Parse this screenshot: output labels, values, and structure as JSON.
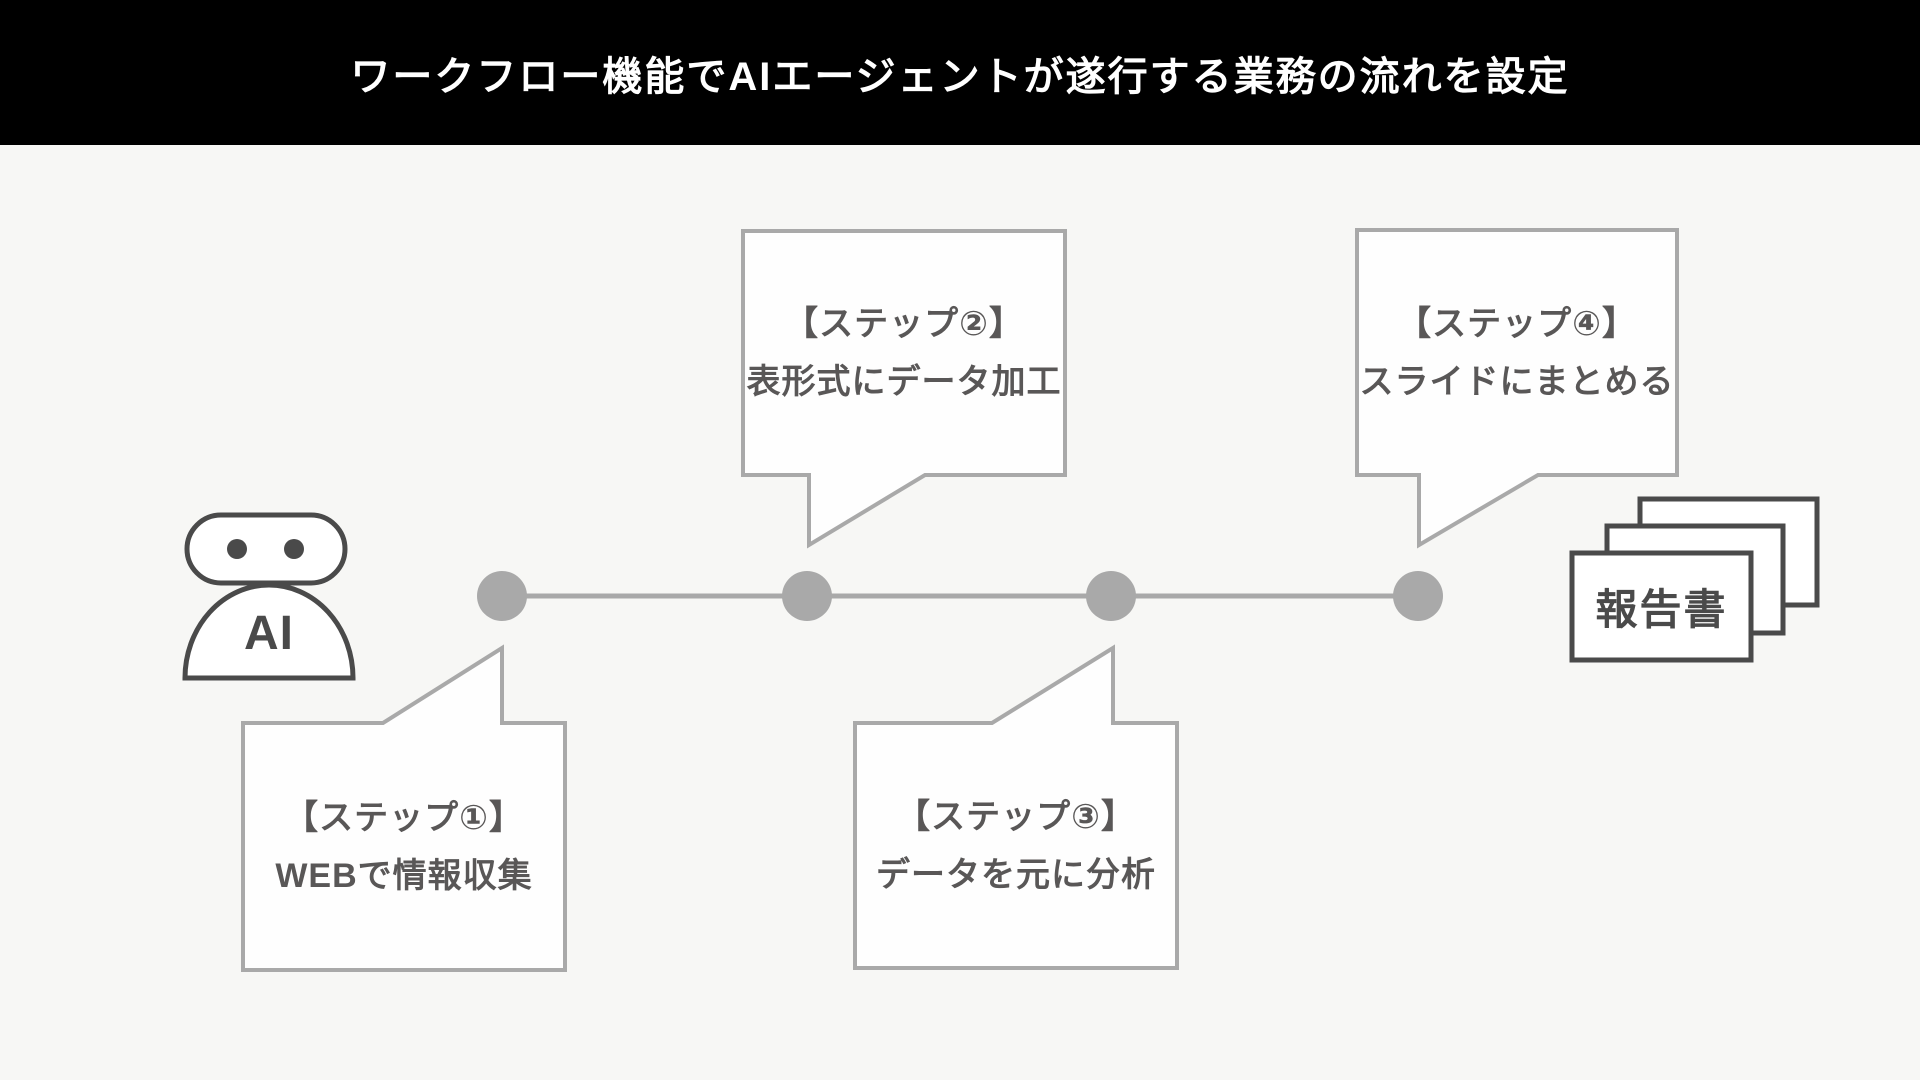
{
  "header": {
    "title": "ワークフロー機能でAIエージェントが遂行する業務の流れを設定",
    "bg_color": "#000000",
    "text_color": "#ffffff"
  },
  "robot": {
    "label": "AI"
  },
  "workflow": {
    "steps": [
      {
        "id": 1,
        "title": "【ステップ①】",
        "desc": "WEBで情報収集",
        "bubble_position": "below-timeline"
      },
      {
        "id": 2,
        "title": "【ステップ②】",
        "desc": "表形式にデータ加工",
        "bubble_position": "above-timeline"
      },
      {
        "id": 3,
        "title": "【ステップ③】",
        "desc": "データを元に分析",
        "bubble_position": "below-timeline"
      },
      {
        "id": 4,
        "title": "【ステップ④】",
        "desc": "スライドにまとめる",
        "bubble_position": "above-timeline"
      }
    ]
  },
  "output_document": {
    "label": "報告書",
    "stack_count": 3
  },
  "icons": {
    "robot": "robot-icon",
    "documents": "report-stack-icon",
    "timeline_dots": "timeline-dot"
  },
  "colors": {
    "background": "#f7f7f5",
    "timeline_gray": "#a9a9a9",
    "bubble_border": "#a9a9a9",
    "bubble_fill": "#fefefe",
    "outline_dark": "#4a4a4a",
    "bubble_text": "#595757"
  }
}
